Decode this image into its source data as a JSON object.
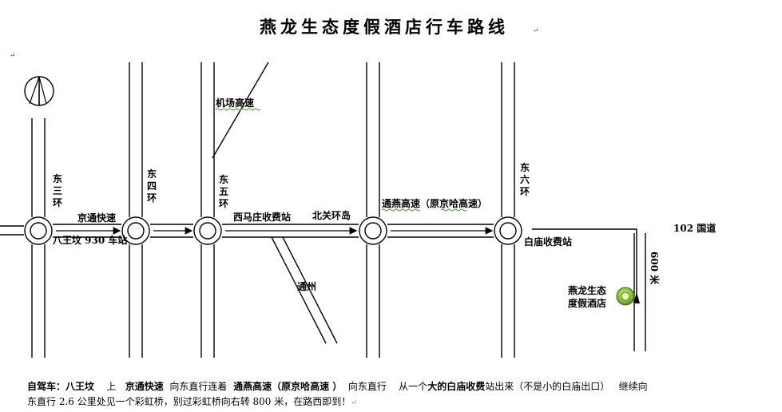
{
  "title": "燕龙生态度假酒店行车路线",
  "paragraph_mark": "↵",
  "labels": {
    "airport": "机场高速",
    "ring3": "东\n三\n环",
    "ring4": "东\n四\n环",
    "ring5": "东\n五\n环",
    "ring6": "东\n六\n环",
    "jingtong": "京通快速",
    "bawangfen": "八王坟 930 车站",
    "ximazhuang": "西马庄收费站",
    "beiguan": "北关环岛",
    "tongyan": "通燕高速（原京哈高速）",
    "baimiao": "白庙收费站",
    "tongzhou": "通州",
    "guodao": "102 国道",
    "dist600": "600 米",
    "hotel_line1": "燕龙生态",
    "hotel_line2": "度假酒店"
  },
  "directions": {
    "p1": "自驾车：八王坟",
    "p2": "上",
    "p3": "京通快速",
    "p4": "向东直行连着",
    "p5": "通燕高速（原京哈高速 ）",
    "p6": "向东直行",
    "p7": "从一个",
    "p8": "大的白庙收费",
    "p9": "站出来（不是小的白庙出口）",
    "p10": "继续向",
    "p11": "东直行 2.6 公里处见一个彩虹桥，别过彩虹桥向右转 800 米，在路西即到！"
  }
}
